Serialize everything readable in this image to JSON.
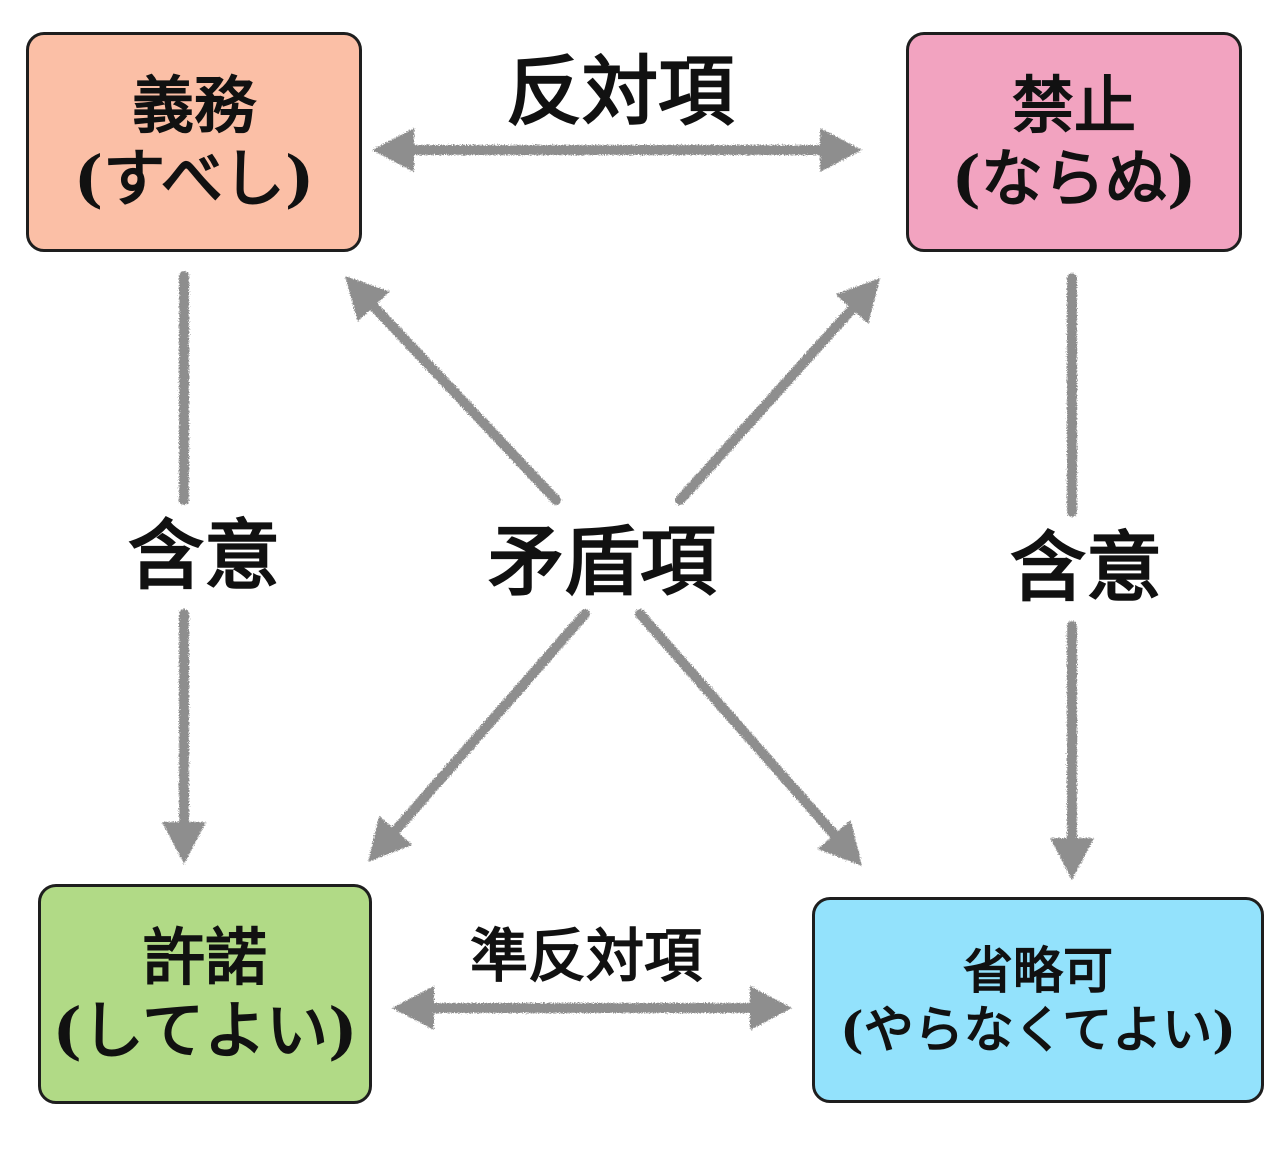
{
  "nodes": {
    "obligation": {
      "term": "義務",
      "gloss": "(すべし)",
      "color": "#fbbfa6"
    },
    "prohibition": {
      "term": "禁止",
      "gloss": "(ならぬ)",
      "color": "#f2a3c0"
    },
    "permission": {
      "term": "許諾",
      "gloss": "(してよい)",
      "color": "#b1da86"
    },
    "omissible": {
      "term": "省略可",
      "gloss": "(やらなくてよい)",
      "color": "#93e2fc"
    }
  },
  "relations": {
    "contrary": "反対項",
    "contradictory": "矛盾項",
    "implication_left": "含意",
    "implication_right": "含意",
    "subcontrary": "準反対項"
  },
  "colors": {
    "arrow": "#8e8e8e",
    "border": "#1e1e1e",
    "text": "#111111"
  }
}
